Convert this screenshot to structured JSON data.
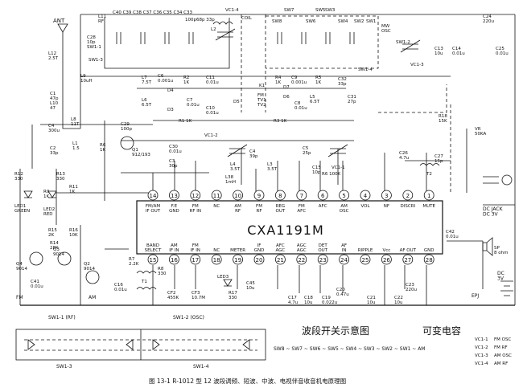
{
  "chip": {
    "name": "CXA1191M",
    "top_pins": [
      {
        "num": "14",
        "label": "FM/AM\nIF OUT"
      },
      {
        "num": "13",
        "label": "F.E\nGND"
      },
      {
        "num": "12",
        "label": "FM\nRF IN"
      },
      {
        "num": "11",
        "label": "NC"
      },
      {
        "num": "10",
        "label": "AM\nRF"
      },
      {
        "num": "9",
        "label": "FM\nRF"
      },
      {
        "num": "8",
        "label": "REG\nOUT"
      },
      {
        "num": "7",
        "label": "FM\nAFC"
      },
      {
        "num": "6",
        "label": "AFC"
      },
      {
        "num": "5",
        "label": "AM\nOSC"
      },
      {
        "num": "4",
        "label": "VOL"
      },
      {
        "num": "3",
        "label": "NF"
      },
      {
        "num": "2",
        "label": "DISCRI"
      },
      {
        "num": "1",
        "label": "MUTE"
      }
    ],
    "bottom_pins": [
      {
        "num": "15",
        "label": "BAND\nSELECT"
      },
      {
        "num": "16",
        "label": "AM\nIF IN"
      },
      {
        "num": "17",
        "label": "FM\nIF IN"
      },
      {
        "num": "18",
        "label": "NC"
      },
      {
        "num": "19",
        "label": "METER"
      },
      {
        "num": "20",
        "label": "IF\nGND"
      },
      {
        "num": "21",
        "label": "AFC\nAGC"
      },
      {
        "num": "22",
        "label": "AGC\nAGC"
      },
      {
        "num": "23",
        "label": "DET\nOUT"
      },
      {
        "num": "24",
        "label": "AF\nIN"
      },
      {
        "num": "25",
        "label": "RIPPLE"
      },
      {
        "num": "26",
        "label": "Vcc"
      },
      {
        "num": "27",
        "label": "AF OUT"
      },
      {
        "num": "28",
        "label": "GND"
      }
    ]
  },
  "labels": {
    "ant": "ANT",
    "l11": "L11\nRF",
    "c28": "C28\n10p",
    "l12": "L12\n2.5T",
    "sw13": "SW1-3",
    "l9": "L9\n10uH",
    "c1": "C1\n47p",
    "l10": "L10\n47",
    "sw1_top": "SW1-1",
    "vc14": "VC1-4",
    "l2": "L2",
    "caps_row": "C40 C39 C38 C37 C36 C35 C34 C33",
    "caps_vals": "100p68p 33p",
    "coil": "COIL",
    "sw8": "SW8",
    "sw7": "SW7",
    "sw6": "SW6",
    "sw5": "SW5",
    "sw4": "SW4",
    "sw3": "SW3",
    "sw2": "SW2",
    "sw1": "SW1",
    "mw_osc": "MW\nOSC",
    "sw12": "SW1-2",
    "sw14": "SW1-4",
    "vc13": "VC1-3",
    "c13": "C13\n10u",
    "c14": "C14\n0.01u",
    "c24": "C24\n220u",
    "c25": "C25\n0.01u",
    "l7": "L7\n7.5T",
    "c6": "C6\n0.001u",
    "r2": "R2\n1K",
    "c11": "C11\n0.01u",
    "k1": "K1",
    "fm_tv": "FM\nTV1\nTV2",
    "r4": "R4\n1K",
    "c9": "C9\n0.001u",
    "r5": "R5\n1K",
    "l5": "L5\n6.5T",
    "c32": "C32\n33p",
    "c31": "C31\n27p",
    "l6": "L6\n6.5T",
    "d4": "D4",
    "d3": "D3",
    "d5": "D5",
    "d6": "D6",
    "d7": "D7",
    "c7": "C7\n0.01u",
    "c10": "C10\n0.01u",
    "c8": "C8\n0.01u",
    "r1": "R1 1K",
    "r3": "R3 1K",
    "l8": "L8\n11T",
    "c4_left": "C4\n300u",
    "c2": "C2\n33p",
    "l1": "L1\n1.5",
    "c29": "C29\n100p",
    "r6_left": "R6\n1K",
    "q1": "Q1\n912/193",
    "c30": "C30\n0.01u",
    "c3": "C3\n30p",
    "r18": "R18\n15K",
    "vr": "VR\n50KA",
    "vc12": "VC1-2",
    "c4": "C4\n39p",
    "l4": "L4\n3.5T",
    "l3": "L3\n3.5T",
    "l38": "L38\n1mH",
    "c5": "C5\n25p",
    "vc11": "VC1-1",
    "c15": "C15\n10p",
    "r6": "R6 100K",
    "c26": "C26\n4.7u",
    "c27": "C27\n15p",
    "t2": "T2",
    "r12": "R12\n330",
    "r13": "R13\n330",
    "r0": "R0\n1K",
    "r11": "R11\n1K",
    "led1": "LED1\nGREEN",
    "led2": "LED2\nRED",
    "r15": "R15\n2K",
    "r14": "R14\n28K",
    "r16": "R16\n10K",
    "q4": "Q4\n9014",
    "q3": "Q3\n9014",
    "q2": "Q2\n9014",
    "c41": "C41\n0.01u",
    "r7": "R7\n2.2K",
    "r8": "R8\n330",
    "c16": "C16\n0.01u",
    "t1": "T1",
    "cf2": "CF2\n455K",
    "cf3": "CF3\n10.7M",
    "led3": "LED3",
    "r17": "R17\n330",
    "c45": "C45\n10u",
    "c17": "C17\n4.7u",
    "c18": "C18\n10u",
    "c19": "C19\n0.022u",
    "c20": "C20\n0.47u",
    "c21": "C21\n10u",
    "c22": "C22\n10u",
    "c23": "C23\n220u",
    "c42": "C42\n0.01u",
    "dc_jack": "DC JACK\nDC 3V",
    "sp": "SP\n8 ohm",
    "dc3v": "DC\n3V",
    "epj": "EPJ",
    "fm": "FM",
    "am": "AM",
    "sw1_rf": "SW1-1 (RF)",
    "sw1_osc": "SW1-2 (OSC)",
    "sw1_3b": "SW1-3",
    "sw1_4b": "SW1-4",
    "band_switch_title": "波段开关示意图",
    "var_cap_title": "可变电容",
    "sw_seq": "SW8 ~ SW7 ~ SW6 ~ SW5 ~ SW4 ~ SW3 ~ SW2 ~ SW1 ~ AM",
    "vc_legend": [
      {
        "id": "VC1-1",
        "desc": "FM OSC"
      },
      {
        "id": "VC1-2",
        "desc": "FM RF"
      },
      {
        "id": "VC1-3",
        "desc": "AM OSC"
      },
      {
        "id": "VC1-4",
        "desc": "AM RF"
      }
    ],
    "caption": "图 13-1  R-1012 型 12 波段调频、短波、中波、电视伴音收音机电原理图"
  }
}
